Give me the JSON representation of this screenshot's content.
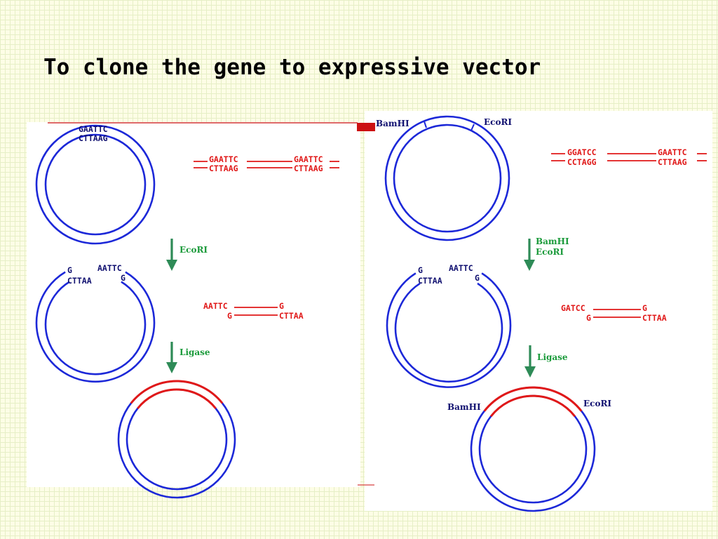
{
  "title": "To clone the gene to expressive vector",
  "colors": {
    "plasmid": "#1c28d8",
    "insert": "#e01818",
    "arrow": "#2e8b57",
    "enzyme_label": "#1a9a3a",
    "site_label": "#101070",
    "marker": "#cc1111"
  },
  "left": {
    "plasmid_top": "GAATTC",
    "plasmid_bottom": "CTTAAG",
    "fragment_top_1": "GAATTC",
    "fragment_bottom_1": "CTTAAG",
    "fragment_top_2": "GAATTC",
    "fragment_bottom_2": "CTTAAG",
    "enzyme": "EcoRI",
    "cut_left_top": "G",
    "cut_left_bottom": "CTTAA",
    "cut_right_top": "AATTC",
    "cut_right_bottom": "G",
    "cut_fragment_top_left": "AATTC",
    "cut_fragment_bottom_left": "G",
    "cut_fragment_top_right": "G",
    "cut_fragment_bottom_right": "CTTAA",
    "ligase": "Ligase"
  },
  "right": {
    "site_1": "BamHI",
    "site_2": "EcoRI",
    "fragment_top_1": "GGATCC",
    "fragment_bottom_1": "CCTAGG",
    "fragment_top_2": "GAATTC",
    "fragment_bottom_2": "CTTAAG",
    "enzyme_1": "BamHI",
    "enzyme_2": "EcoRI",
    "cut_left_top": "G",
    "cut_left_bottom": "CTTAA",
    "cut_right_top": "AATTC",
    "cut_right_bottom": "G",
    "cut_fragment_top_left": "GATCC",
    "cut_fragment_bottom_left": "G",
    "cut_fragment_top_right": "G",
    "cut_fragment_bottom_right": "CTTAA",
    "ligase": "Ligase",
    "result_site_1": "BamHI",
    "result_site_2": "EcoRI"
  }
}
